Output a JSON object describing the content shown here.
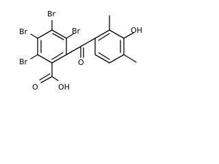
{
  "molecule": {
    "atoms": {
      "br_top": "Br",
      "br_left_upper": "Br",
      "br_right_upper": "Br",
      "br_left_lower": "Br",
      "carboxylic_oh": "OH",
      "carboxylic_o": "O",
      "ketone_o": "O",
      "hydroxy": "OH"
    }
  }
}
